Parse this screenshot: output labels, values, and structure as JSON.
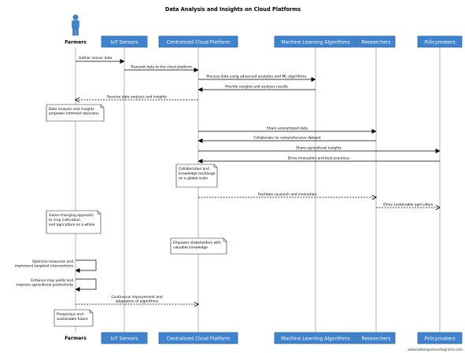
{
  "title": "Data Analysis and Insights on Cloud Platforms",
  "participants": {
    "farmers": "Farmers",
    "iot": "IoT Sensors",
    "cloud": "Centralized Cloud Platform",
    "ml": "Machine Learning Algorithms",
    "researchers": "Researchers",
    "policymakers": "Policymakers"
  },
  "messages": [
    {
      "text": "Gather sensor data"
    },
    {
      "text": "Transmit data to the cloud platform"
    },
    {
      "text": "Process data using advanced analytics and ML algorithms"
    },
    {
      "text": "Provide insights and analysis results"
    },
    {
      "text": "Receive data analysis and insights"
    },
    {
      "text": "Share anonymized data"
    },
    {
      "text": "Collaborate on comprehensive dataset"
    },
    {
      "text": "Share agricultural insights"
    },
    {
      "text": "Drive innovation and best practices"
    },
    {
      "text": "Facilitate research and innovation"
    },
    {
      "text": "Drive sustainable agriculture"
    },
    {
      "text": "Optimize resources and implement targeted interventions"
    },
    {
      "text": "Enhance crop yields and improve agricultural productivity"
    },
    {
      "text": "Continuous improvement and adaptation of algorithms"
    }
  ],
  "notes": [
    {
      "text": "Data analysis and insights empower informed decisions"
    },
    {
      "text": "Collaboration and knowledge exchange on a global scale"
    },
    {
      "text": "Game-changing approach to crop cultivation and agriculture as a whole"
    },
    {
      "text": "Empower stakeholders with valuable knowledge"
    },
    {
      "text": "Prosperous and sustainable future"
    }
  ],
  "watermark": "www.websequencediagrams.com",
  "colors": {
    "participant_fill": "#3f83cf",
    "lifeline": "#a4a4a4"
  },
  "icons": {
    "actor": "person-icon"
  }
}
